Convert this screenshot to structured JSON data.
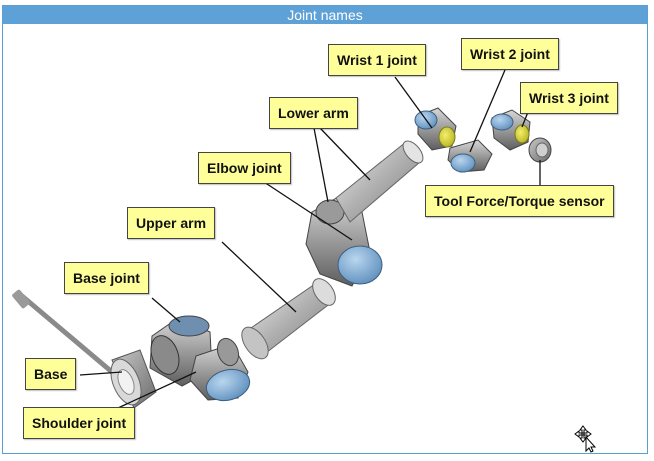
{
  "window": {
    "title": "Joint names"
  },
  "labels": {
    "wrist1": "Wrist 1 joint",
    "wrist2": "Wrist 2 joint",
    "wrist3": "Wrist 3 joint",
    "lower_arm": "Lower arm",
    "elbow": "Elbow joint",
    "tool_sensor": "Tool Force/Torque sensor",
    "upper_arm": "Upper arm",
    "base_joint": "Base joint",
    "base": "Base",
    "shoulder": "Shoulder joint"
  },
  "icons": {
    "cursor": "move-cursor-icon"
  }
}
